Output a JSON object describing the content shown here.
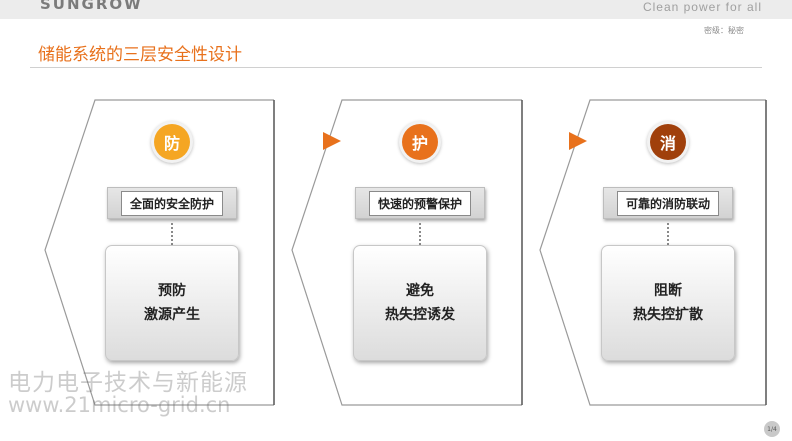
{
  "header": {
    "logo": "SUNGROW",
    "slogan": "Clean  power  for  all",
    "secrecy": "密级：秘密"
  },
  "page_title": "储能系统的三层安全性设计",
  "colors": {
    "accent": "#e8711c",
    "badge_1": "#f5a623",
    "badge_2": "#e8711c",
    "badge_3": "#a0400b"
  },
  "columns": [
    {
      "badge": "防",
      "label": "全面的安全防护",
      "card_lines": [
        "预防",
        "激源产生"
      ]
    },
    {
      "badge": "护",
      "label": "快速的预警保护",
      "card_lines": [
        "避免",
        "热失控诱发"
      ]
    },
    {
      "badge": "消",
      "label": "可靠的消防联动",
      "card_lines": [
        "阻断",
        "热失控扩散"
      ]
    }
  ],
  "watermark": {
    "line1": "电力电子技术与新能源",
    "line2": "www.21micro-grid.cn"
  },
  "page_number": "1/4"
}
